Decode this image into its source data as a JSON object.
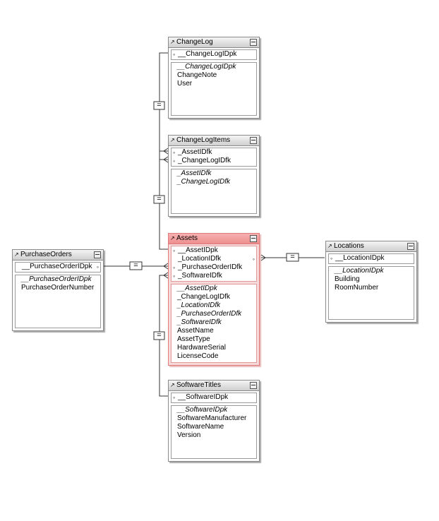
{
  "tables": {
    "changelog": {
      "title": "ChangeLog",
      "keys": [
        "__ChangeLogIDpk"
      ],
      "fields": [
        {
          "name": "__ChangeLogIDpk",
          "italic": true
        },
        {
          "name": "ChangeNote",
          "italic": false
        },
        {
          "name": "User",
          "italic": false
        }
      ]
    },
    "changelogitems": {
      "title": "ChangeLogItems",
      "keys": [
        "_AssetIDfk",
        "_ChangeLogIDfk"
      ],
      "fields": [
        {
          "name": "_AssetIDfk",
          "italic": true
        },
        {
          "name": "_ChangeLogIDfk",
          "italic": true
        }
      ]
    },
    "assets": {
      "title": "Assets",
      "keys": [
        "__AssetIDpk",
        "_LocationIDfk",
        "_PurchaseOrderIDfk",
        "_SoftwareIDfk"
      ],
      "fields": [
        {
          "name": "__AssetIDpk",
          "italic": true
        },
        {
          "name": "_ChangeLogIDfk",
          "italic": false
        },
        {
          "name": "_LocationIDfk",
          "italic": true
        },
        {
          "name": "_PurchaseOrderIDfk",
          "italic": true
        },
        {
          "name": "_SoftwareIDfk",
          "italic": true
        },
        {
          "name": "AssetName",
          "italic": false
        },
        {
          "name": "AssetType",
          "italic": false
        },
        {
          "name": "HardwareSerial",
          "italic": false
        },
        {
          "name": "LicenseCode",
          "italic": false
        }
      ]
    },
    "purchaseorders": {
      "title": "PurchaseOrders",
      "keys": [
        "__PurchaseOrderIDpk"
      ],
      "fields": [
        {
          "name": "__PurchaseOrderIDpk",
          "italic": true
        },
        {
          "name": "PurchaseOrderNumber",
          "italic": false
        }
      ]
    },
    "locations": {
      "title": "Locations",
      "keys": [
        "__LocationIDpk"
      ],
      "fields": [
        {
          "name": "__LocationIDpk",
          "italic": true
        },
        {
          "name": "Building",
          "italic": false
        },
        {
          "name": "RoomNumber",
          "italic": false
        }
      ]
    },
    "softwaretitles": {
      "title": "SoftwareTitles",
      "keys": [
        "__SoftwareIDpk"
      ],
      "fields": [
        {
          "name": "__SoftwareIDpk",
          "italic": true
        },
        {
          "name": "SoftwareManufacturer",
          "italic": false
        },
        {
          "name": "SoftwareName",
          "italic": false
        },
        {
          "name": "Version",
          "italic": false
        }
      ]
    }
  },
  "relationship_symbol": "=",
  "colors": {
    "highlight_table": "#f8d9d9",
    "line": "#333333"
  }
}
